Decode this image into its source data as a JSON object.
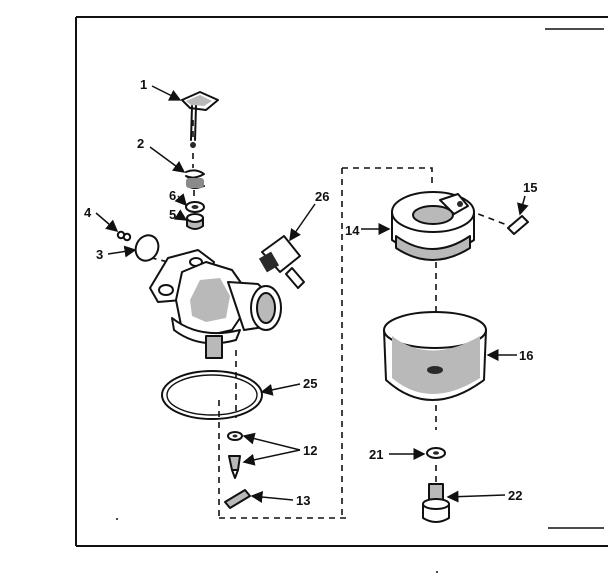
{
  "callouts": {
    "c1": "1",
    "c2": "2",
    "c3": "3",
    "c4": "4",
    "c5": "5",
    "c6": "6",
    "c12": "12",
    "c13": "13",
    "c14": "14",
    "c15": "15",
    "c16": "16",
    "c21": "21",
    "c22": "22",
    "c25": "25",
    "c26": "26"
  },
  "colors": {
    "ink": "#111111",
    "paper": "#ffffff",
    "shade": "#b9b9b9"
  }
}
